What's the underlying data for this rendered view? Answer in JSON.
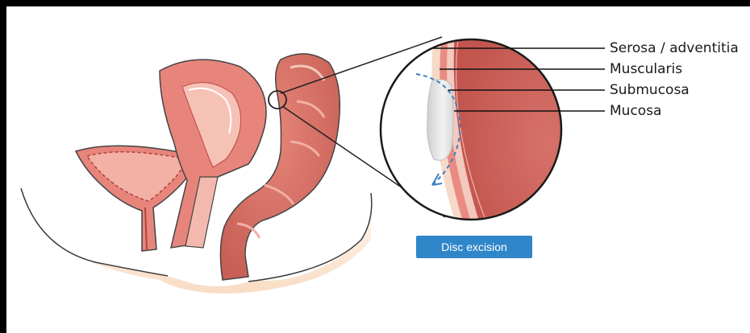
{
  "labels": {
    "serosa": "Serosa / adventitia",
    "muscularis": "Muscularis",
    "submucosa": "Submucosa",
    "mucosa": "Mucosa"
  },
  "badge": "Disc excision"
}
